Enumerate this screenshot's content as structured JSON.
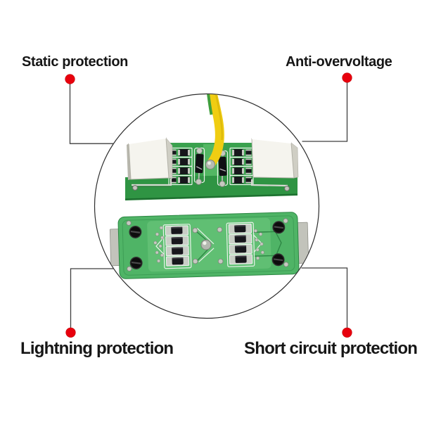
{
  "figure": {
    "callouts": [
      {
        "id": "static-protection",
        "label": "Static protection"
      },
      {
        "id": "anti-overvoltage",
        "label": "Anti-overvoltage"
      },
      {
        "id": "lightning-protection",
        "label": "Lightning protection"
      },
      {
        "id": "short-circuit-protection",
        "label": "Short circuit protection"
      }
    ]
  },
  "colors": {
    "background": "#ffffff",
    "label_text": "#161616",
    "callout_dot": "#e8000d",
    "callout_line": "#3f3f3f",
    "circle_outline": "#2d2d2d",
    "pcb_green_top": "#3aa14e",
    "pcb_green_front": "#2f9443",
    "pcb_green_bottom": "#4fb466",
    "silkscreen_white": "#e9f3ea",
    "connector_white": "#f5f4ee",
    "connector_shade": "#cfcec4",
    "wire_yellow": "#f0cd12",
    "wire_green": "#3f9e3c",
    "component_black": "#17171c",
    "metal_silver": "#c6c9c1"
  }
}
